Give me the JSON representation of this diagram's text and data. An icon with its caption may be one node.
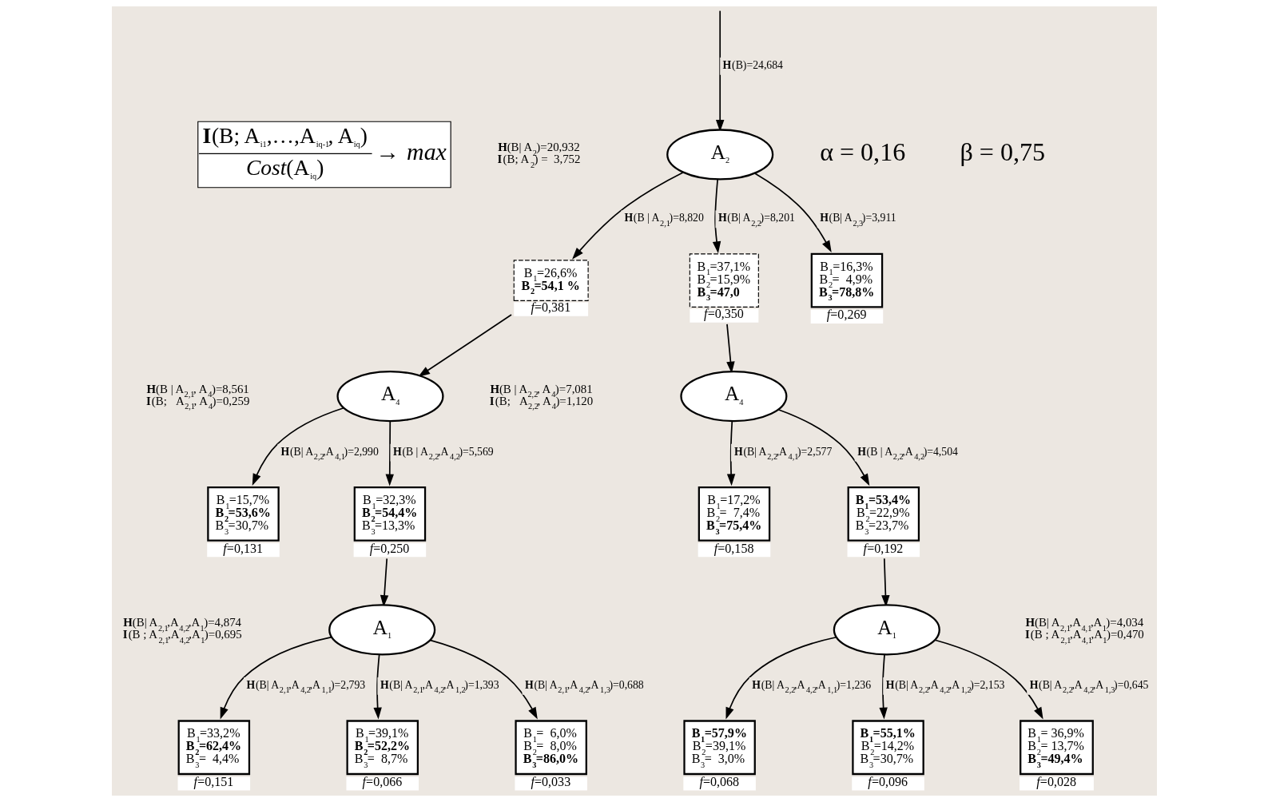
{
  "diagram": {
    "nodes": [
      {
        "text": [
          "**I**(B; A$_{i1}$,…,A$_{iq-1}$, A$_{iq}$)",
          "*Cost*(A$_{iq}$)",
          "→ *max*"
        ]
      },
      {
        "text": [
          "A$_{2}$"
        ],
        "beside": [
          "**H**(B| A$_{2}$)=20,932",
          "**I**(B; A$_{2}$) =  3,752"
        ]
      },
      {
        "text": [
          "B$_{1}$=26,6%",
          "**B$_{2}$=54,1 %**"
        ],
        "beside": [
          "*f*=0,381"
        ]
      },
      {
        "text": [
          "B$_{1}$=37,1%",
          "B$_{2}$=15,9%",
          "**B$_{3}$=47,0**"
        ],
        "beside": [
          "*f*=0,350"
        ]
      },
      {
        "text": [
          "B$_{1}$=16,3%",
          "B$_{2}$=  4,9%",
          "**B$_{3}$=78,8%**"
        ],
        "beside": [
          "*f*=0,269"
        ]
      },
      {
        "text": [
          "A$_{4}$"
        ],
        "beside": [
          "**H**(B | A$_{2,1}$, A$_{4}$)=8,561",
          "**I**(B;   A$_{2,1}$, A$_{4}$)=0,259"
        ]
      },
      {
        "text": [
          "A$_{4}$"
        ],
        "beside": [
          "**H**(B | A$_{2,2}$, A$_{4}$)=7,081",
          "**I**(B;   A$_{2,2}$, A$_{4}$)=1,120"
        ]
      },
      {
        "text": [
          "B$_{1}$=15,7%",
          "**B$_{2}$=53,6%**",
          "B$_{3}$=30,7%"
        ],
        "beside": [
          "*f*=0,131"
        ]
      },
      {
        "text": [
          "B$_{1}$=32,3%",
          "**B$_{2}$=54,4%**",
          "B$_{3}$=13,3%"
        ],
        "beside": [
          "*f*=0,250"
        ]
      },
      {
        "text": [
          "B$_{1}$=17,2%",
          "B$_{2}$=  7,4%",
          "**B$_{3}$=75,4%**"
        ],
        "beside": [
          "*f*=0,158"
        ]
      },
      {
        "text": [
          "**B$_{1}$=53,4%**",
          "B$_{2}$=22,9%",
          "B$_{3}$=23,7%"
        ],
        "beside": [
          "*f*=0,192"
        ]
      },
      {
        "text": [
          "A$_{1}$"
        ],
        "beside": [
          "**H**(B| A$_{2,1}$,A$_{4,2}$,A$_{1}$)=4,874",
          "**I**(B ; A$_{2,1}$,A$_{4,2}$,A$_{1}$)=0,695"
        ]
      },
      {
        "text": [
          "A$_{1}$"
        ],
        "beside": [
          "**H**(B| A$_{2,1}$,A$_{4,1}$,A$_{1}$)=4,034",
          "**I**(B ; A$_{2,1}$,A$_{4,1}$,A$_{1}$)=0,470"
        ]
      },
      {
        "text": [
          "B$_{1}$=33,2%",
          "**B$_{2}$=62,4%**",
          "B$_{3}$=  4,4%"
        ],
        "beside": [
          "*f*=0,151"
        ]
      },
      {
        "text": [
          "B$_{1}$=39,1%",
          "**B$_{2}$=52,2%**",
          "B$_{3}$=  8,7%"
        ],
        "beside": [
          "*f*=0,066"
        ]
      },
      {
        "text": [
          "B$_{1}$=  6,0%",
          "B$_{2}$=  8,0%",
          "**B$_{3}$=86,0%**"
        ],
        "beside": [
          "*f*=0,033"
        ]
      },
      {
        "text": [
          "**B$_{1}$=57,9%**",
          "B$_{2}$=39,1%",
          "B$_{3}$=  3,0%"
        ],
        "beside": [
          "*f*=0,068"
        ]
      },
      {
        "text": [
          "**B$_{1}$=55,1%**",
          "B$_{2}$=14,2%",
          "B$_{3}$=30,7%"
        ],
        "beside": [
          "*f*=0,096"
        ]
      },
      {
        "text": [
          "B$_{1}$= 36,9%",
          "B$_{2}$= 13,7%",
          "**B$_{3}$=49,4%**"
        ],
        "beside": [
          "*f*=0,028"
        ]
      }
    ],
    "edges": [
      {
        "from": null,
        "to": 1,
        "arrow": "to",
        "label": "**H**(B)=24,684"
      },
      {
        "from": 1,
        "to": 2,
        "arrow": "to",
        "label": "**H**(B | A$_{2,1}$)=8,820"
      },
      {
        "from": 1,
        "to": 3,
        "arrow": "to",
        "label": "**H**(B| A$_{2,2}$)=8,201"
      },
      {
        "from": 1,
        "to": 4,
        "arrow": "to",
        "label": "**H**(B| A$_{2,3}$)=3,911"
      },
      {
        "from": 2,
        "to": 5,
        "arrow": "to"
      },
      {
        "from": 3,
        "to": 6,
        "arrow": "to"
      },
      {
        "from": 5,
        "to": 7,
        "arrow": "to",
        "label": "**H**(B| A$_{2,2}$,A$_{4,1}$)=2,990"
      },
      {
        "from": 5,
        "to": 8,
        "arrow": "to",
        "label": "**H**(B | A$_{2,2}$,A$_{4,2}$)=5,569"
      },
      {
        "from": 6,
        "to": 9,
        "arrow": "to",
        "label": "**H**(B| A$_{2,2}$,A$_{4,1}$)=2,577"
      },
      {
        "from": 6,
        "to": 10,
        "arrow": "to",
        "label": "**H**(B | A$_{2,2}$,A$_{4,2}$)=4,504"
      },
      {
        "from": 8,
        "to": 11,
        "arrow": "to"
      },
      {
        "from": 10,
        "to": 12,
        "arrow": "to"
      },
      {
        "from": 11,
        "to": 13,
        "arrow": "to",
        "label": "**H**(B| A$_{2,1}$,A$_{4,2}$,A$_{1,1}$)=2,793"
      },
      {
        "from": 11,
        "to": 14,
        "arrow": "to",
        "label": "**H**(B| A$_{2,1}$,A$_{4,2}$,A$_{1,2}$)=1,393"
      },
      {
        "from": 11,
        "to": 15,
        "arrow": "to",
        "label": "**H**(B| A$_{2,1}$,A$_{4,2}$,A$_{1,3}$)=0,688"
      },
      {
        "from": 12,
        "to": 16,
        "arrow": "to",
        "label": "**H**(B| A$_{2,2}$,A$_{4,2}$,A$_{1,1}$)=1,236"
      },
      {
        "from": 12,
        "to": 17,
        "arrow": "to",
        "label": "**H**(B| A$_{2,2}$,A$_{4,2}$,A$_{1,2}$)=2,153"
      },
      {
        "from": 12,
        "to": 18,
        "arrow": "to",
        "label": "**H**(B| A$_{2,2}$,A$_{4,2}$,A$_{1,3}$)=0,645"
      }
    ],
    "labels": [
      "α = 0,16",
      "β = 0,75"
    ]
  }
}
